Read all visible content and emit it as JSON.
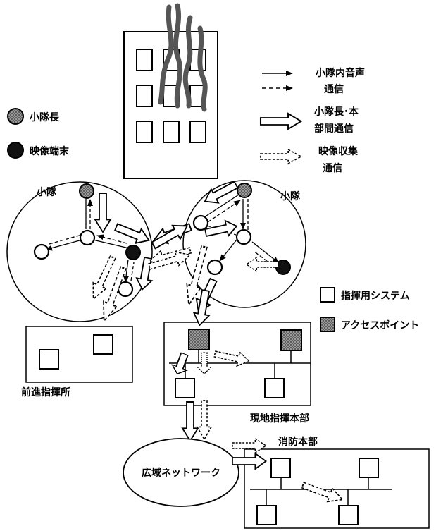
{
  "legend": {
    "squad_voice": [
      "小隊内音声",
      "通信"
    ],
    "leader_hq": [
      "小隊長･本",
      "部間通信"
    ],
    "video_collect": [
      "映像収集",
      "通信"
    ],
    "squad_leader": "小隊長",
    "video_terminal": "映像端末",
    "command_system": "指揮用システム",
    "access_point": "アクセスポイント"
  },
  "labels": {
    "squad_left": "小隊",
    "squad_right": "小隊",
    "forward_post": "前進指揮所",
    "field_hq": "現地指揮本部",
    "fire_hq": "消防本部",
    "wide_area_network": "広域ネットワーク"
  },
  "colors": {
    "line": "#000000",
    "squad_leader_fill": "#8a8a8a",
    "video_terminal_fill": "#111111",
    "access_point_fill": "#9a9a9a",
    "background": "#ffffff"
  }
}
